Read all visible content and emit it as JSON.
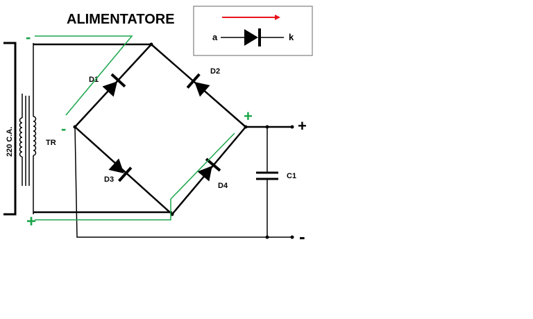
{
  "title": "ALIMENTATORE",
  "legend": {
    "anode": "a",
    "cathode": "k",
    "arrow_color": "#e8141b"
  },
  "labels": {
    "d1": "D1",
    "d2": "D2",
    "d3": "D3",
    "d4": "D4",
    "c1": "C1",
    "tr": "TR",
    "mains": "220 C.A."
  },
  "signs": {
    "input_top": "-",
    "input_bottom": "+",
    "bridge_left": "-",
    "bridge_right": "+",
    "out_plus": "+",
    "out_minus": "-"
  },
  "colors": {
    "wire": "#000000",
    "current_path": "#1aa64a",
    "box_border": "#808080"
  }
}
